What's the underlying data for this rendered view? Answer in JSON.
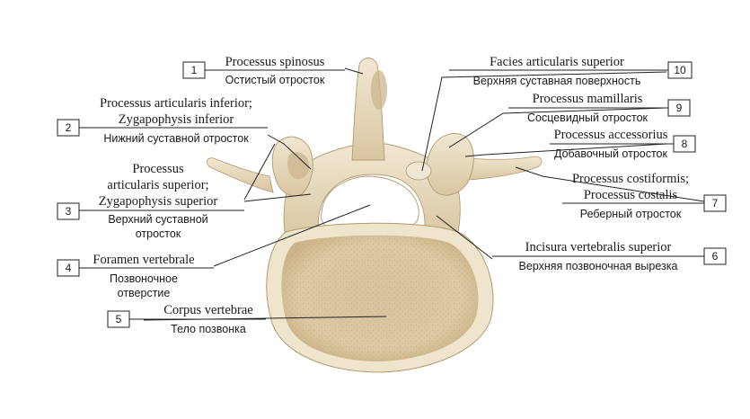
{
  "colors": {
    "bone": "#e9dcc2",
    "bone_shadow": "#c9b48f",
    "body_cancellous": "#dcc9a2",
    "cortex": "#efe4cc",
    "line": "#222222"
  },
  "labels": [
    {
      "num": "1",
      "latin": [
        "Processus spinosus"
      ],
      "russian": [
        "Остистый отросток"
      ]
    },
    {
      "num": "2",
      "latin": [
        "Processus articularis inferior;",
        "Zygapophysis inferior"
      ],
      "russian": [
        "Нижний суставной отросток"
      ]
    },
    {
      "num": "3",
      "latin": [
        "Processus",
        "articularis superior;",
        "Zygapophysis superior"
      ],
      "russian": [
        "Верхний суставной",
        "отросток"
      ]
    },
    {
      "num": "4",
      "latin": [
        "Foramen vertebrale"
      ],
      "russian": [
        "Позвоночное",
        "отверстие"
      ]
    },
    {
      "num": "5",
      "latin": [
        "Corpus vertebrae"
      ],
      "russian": [
        "Тело позвонка"
      ]
    },
    {
      "num": "6",
      "latin": [
        "Incisura vertebralis superior"
      ],
      "russian": [
        "Верхняя позвоночная вырезка"
      ]
    },
    {
      "num": "7",
      "latin": [
        "Processus costiformis;",
        "Processus costalis"
      ],
      "russian": [
        "Реберный отросток"
      ]
    },
    {
      "num": "8",
      "latin": [
        "Processus accessorius"
      ],
      "russian": [
        "Добавочный отросток"
      ]
    },
    {
      "num": "9",
      "latin": [
        "Processus mamillaris"
      ],
      "russian": [
        "Сосцевидный отросток"
      ]
    },
    {
      "num": "10",
      "latin": [
        "Facies articularis superior"
      ],
      "russian": [
        "Верхняя суставная поверхность"
      ]
    }
  ]
}
